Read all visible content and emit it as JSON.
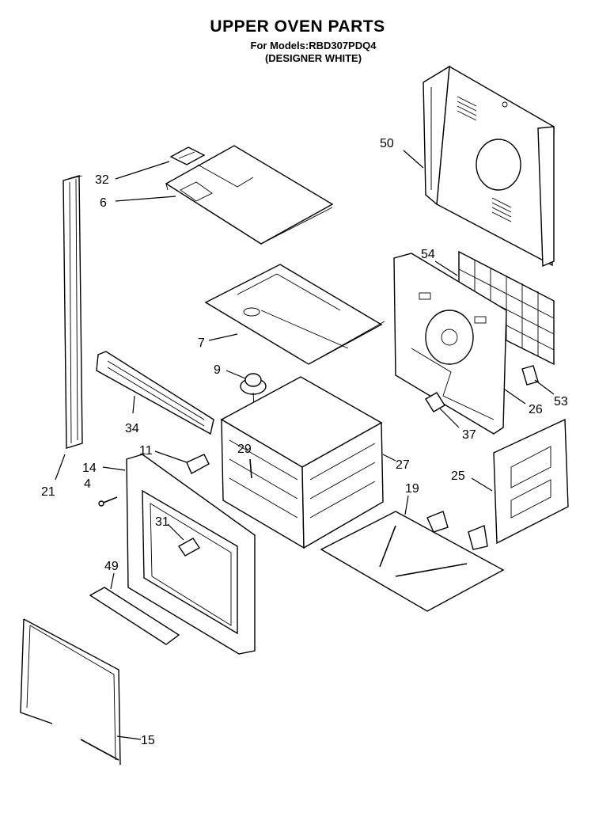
{
  "header": {
    "title": "UPPER OVEN PARTS",
    "models_line": "For Models:RBD307PDQ4",
    "color_line": "(DESIGNER WHITE)"
  },
  "callouts": {
    "p50": "50",
    "p32": "32",
    "p6": "6",
    "p54": "54",
    "p7": "7",
    "p9": "9",
    "p53": "53",
    "p26": "26",
    "p34": "34",
    "p37": "37",
    "p11": "11",
    "p29": "29",
    "p27": "27",
    "p14": "14",
    "p25": "25",
    "p4": "4",
    "p19": "19",
    "p21": "21",
    "p31": "31",
    "p49": "49",
    "p15": "15"
  }
}
